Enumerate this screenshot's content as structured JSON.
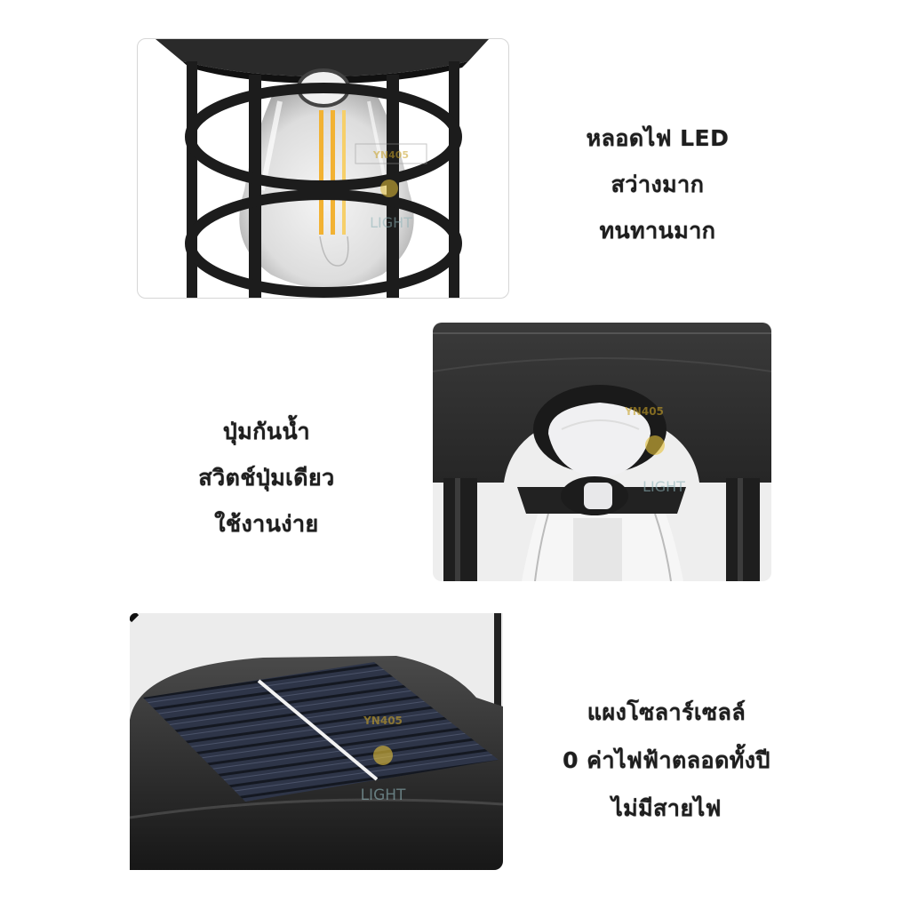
{
  "features": [
    {
      "id": "led-bulb",
      "image_subject": "lantern-cage-with-filament-led-bulb",
      "caption_lines": [
        "หลอดไฟ LED",
        "สว่างมาก",
        "ทนทานมาก"
      ]
    },
    {
      "id": "waterproof-button",
      "image_subject": "lantern-top-with-motion-sensor-and-button",
      "caption_lines": [
        "ปุ่มกันน้ำ",
        "สวิตช์ปุ่มเดียว",
        "ใช้งานง่าย"
      ]
    },
    {
      "id": "solar-panel",
      "image_subject": "lantern-top-solar-panel",
      "caption_lines": [
        "แผงโซลาร์เซลล์",
        "0 ค่าไฟฟ้าตลอดทั้งปี",
        "ไม่มีสายไฟ"
      ]
    }
  ],
  "watermark": {
    "brand_text": "YN405",
    "sub_text": "LIGHT",
    "icon": "lightbulb-icon"
  },
  "colors": {
    "text": "#1e1e1e",
    "lantern_black": "#1f1f1f",
    "filament": "#f2b233",
    "solar_cell": "#2a3142",
    "watermark_gold": "#c9a227",
    "watermark_teal": "#8fb3b8"
  }
}
